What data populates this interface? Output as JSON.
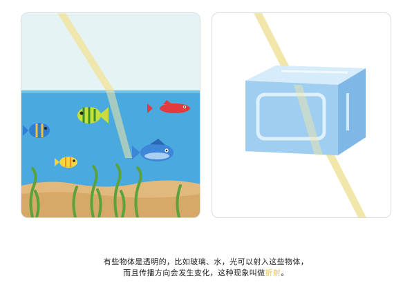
{
  "caption": {
    "line1": "有些物体是透明的，比如玻璃、水，光可以射入这些物体，",
    "line2_prefix": "而且传播方向会发生变化，这种现象叫做",
    "highlight": "折射",
    "line2_suffix": "。"
  },
  "colors": {
    "sky": "#e6f3f5",
    "water": "#4aa9de",
    "sand": "#e2b97c",
    "seaweed": "#5aa23c",
    "light_ray": "#f1e6a6",
    "ice": "#a9d4f2",
    "highlight": "#e8c23a"
  },
  "icons": {
    "left_scene": "aquarium-fish-illustration",
    "right_scene": "ice-cube-illustration"
  }
}
